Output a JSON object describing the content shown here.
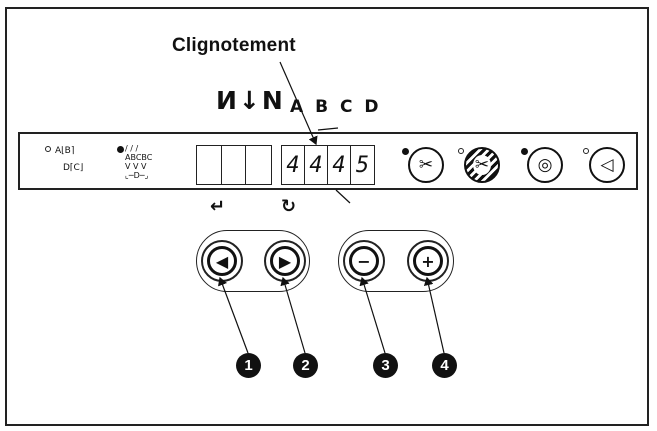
{
  "title": "Clignotement",
  "mode_glyphs": "И↓N",
  "abcd_label": "A B C D",
  "pattern_left": {
    "line1": "A⌊B⌉",
    "line2": "D⌈C⌋"
  },
  "pattern_right": {
    "line1": "/ /  /",
    "line2": "ABCBC",
    "line3": "V V V",
    "line4": "⌞─D─⌟"
  },
  "empty_cells": [
    "",
    "",
    ""
  ],
  "digits": [
    "4",
    "4",
    "4",
    "5"
  ],
  "function_icons": [
    {
      "name": "scissors-icon",
      "glyph": "✂"
    },
    {
      "name": "scissors-disabled-icon",
      "glyph": "✂"
    },
    {
      "name": "swirl-icon",
      "glyph": "◎"
    },
    {
      "name": "wiper-icon",
      "glyph": "◁"
    }
  ],
  "hints": {
    "enter": "↵",
    "reverse": "↻"
  },
  "buttons": [
    {
      "name": "left-arrow-button",
      "glyph": "◀"
    },
    {
      "name": "right-arrow-button",
      "glyph": "▶"
    },
    {
      "name": "minus-button",
      "glyph": "−"
    },
    {
      "name": "plus-button",
      "glyph": "+"
    }
  ],
  "callouts": [
    "1",
    "2",
    "3",
    "4"
  ]
}
